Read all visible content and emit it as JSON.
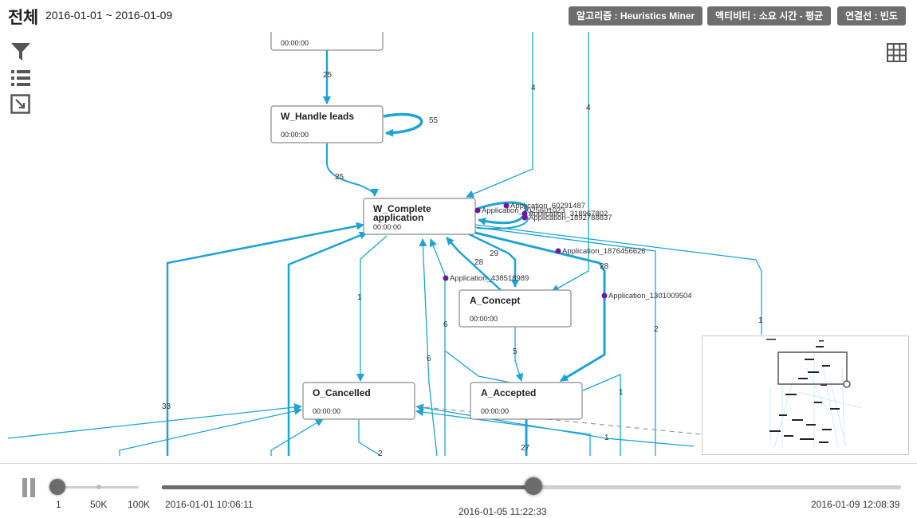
{
  "header": {
    "title": "전체",
    "date_range": "2016-01-01 ~ 2016-01-09",
    "algorithm_tag": "알고리즘 : Heuristics Miner",
    "activity_tag": "액티비티 : 소요 시간 - 평균",
    "connection_tag": "연결선 : 빈도"
  },
  "toolbar": {
    "filter_icon": "filter-icon",
    "list_icon": "list-icon",
    "fit_icon": "fit-to-screen-icon",
    "table_icon": "grid-table-icon"
  },
  "graph": {
    "edge_color": "#1ea3d4",
    "token_color": "#6a1b9a",
    "nodes": {
      "top": {
        "time": "00:00:00"
      },
      "w_handle_leads": {
        "name": "W_Handle leads",
        "time": "00:00:00"
      },
      "w_complete_application": {
        "name_line1": "W_Complete",
        "name_line2": "application",
        "time": "00:00:00"
      },
      "a_concept": {
        "name": "A_Concept",
        "time": "00:00:00"
      },
      "o_cancelled": {
        "name": "O_Cancelled",
        "time": "00:00:00"
      },
      "a_accepted": {
        "name": "A_Accepted",
        "time": "00:00:00"
      }
    },
    "edge_labels": {
      "top_to_handle": "25",
      "handle_self": "55",
      "handle_to_complete": "25",
      "right_in_1": "4",
      "right_in_2": "4",
      "complete_to_cancelled": "1",
      "accepted_to_complete": "28",
      "complete_to_concept": "29",
      "right_to_accepted": "28",
      "left_big": "33",
      "mid_in_1": "6",
      "mid_in_2": "6",
      "concept_to_accepted": "5",
      "far_right_out": "2",
      "far_right_in": "1",
      "accepted_right_out": "1",
      "bottom_right_1": "1",
      "bottom_left": "2",
      "accepted_down": "27"
    },
    "tokens": [
      "Application_60291487",
      "Application_1025601023",
      "Application_318967802",
      "Application_1892788837",
      "Application_1876456626",
      "Application_438518989",
      "Application_1301009504"
    ]
  },
  "playback": {
    "speed_min_label": "1",
    "speed_mid_label": "50K",
    "speed_max_label": "100K",
    "speed_value": 1,
    "start_time": "2016-01-01 10:06:11",
    "current_time": "2016-01-05 11:22:33",
    "end_time": "2016-01-09 12:08:39",
    "progress": 0.503
  }
}
